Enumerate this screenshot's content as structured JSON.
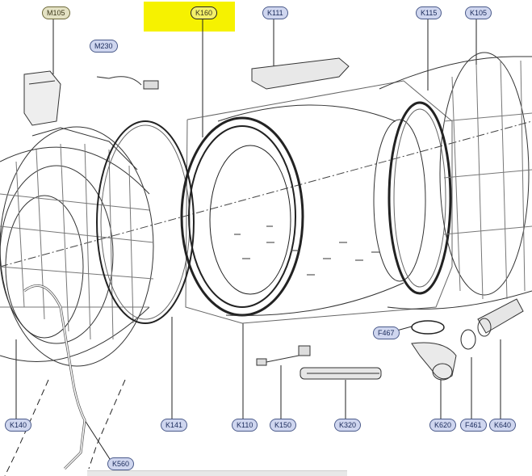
{
  "parts": {
    "m105": "M105",
    "m230": "M230",
    "k160": "K160",
    "k111": "K111",
    "k115": "K115",
    "k105": "K105",
    "f467": "F467",
    "k140": "K140",
    "k141": "K141",
    "k110": "K110",
    "k150": "K150",
    "k320": "K320",
    "k620": "K620",
    "f461": "F461",
    "k640": "K640",
    "k560": "K560"
  },
  "colors": {
    "badge_fill": "#cfd6ef",
    "badge_border": "#4a5a8a",
    "highlight": "#f6f200",
    "line": "#222222"
  }
}
